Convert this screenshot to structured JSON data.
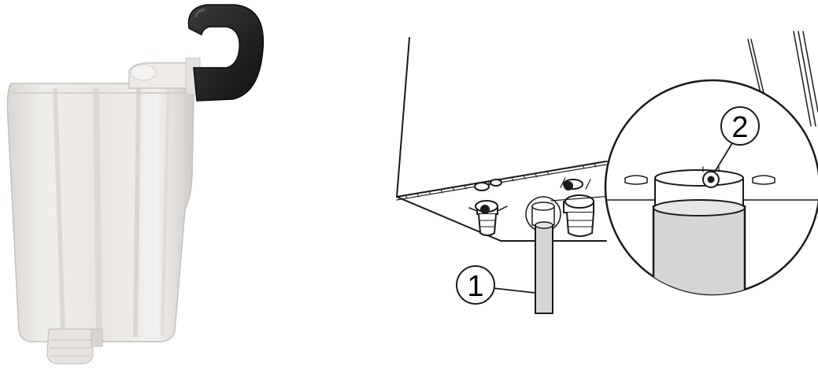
{
  "left_photo": {
    "subject": "condensate-trap-photo"
  },
  "right_drawing": {
    "callouts": [
      {
        "id": "callout-1",
        "label": "1"
      },
      {
        "id": "callout-2",
        "label": "2"
      }
    ]
  },
  "colors": {
    "background": "#ffffff",
    "trap_body": "#ece9e6",
    "hose_black": "#1f1f1f",
    "drawing_line": "#1a1a1a",
    "pipe_fill": "#d6d6d6"
  }
}
